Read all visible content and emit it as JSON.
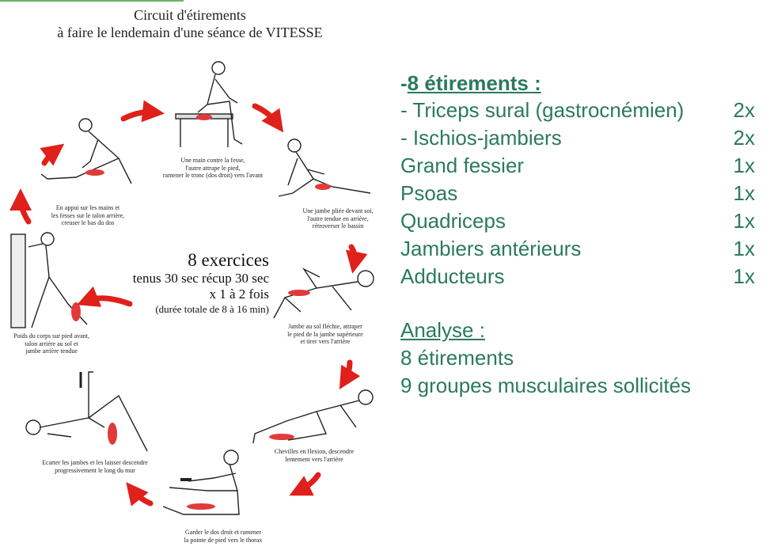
{
  "diagram": {
    "title_line1": "Circuit d'étirements",
    "title_line2": "à faire le lendemain d'une séance de VITESSE",
    "center": {
      "line1": "8 exercices",
      "line2": "tenus 30 sec récup 30 sec",
      "line3": "x 1 à 2 fois",
      "line4": "(durée totale de 8 à 16 min)"
    },
    "captions": {
      "c1": "Une main contre la fesse,\nl'autre attrape le pied,\nramener le tronc (dos droit) vers l'avant",
      "c2": "Une jambe pliée devant soi,\nl'autre tendue en arrière,\nrétroverser le bassin",
      "c3": "Jambe au sol fléchie, attraper\nle pied de la jambe supérieure\net tirer vers l'arrière",
      "c4": "Chevilles en flexion, descendre\nlentement vers l'arrière",
      "c5": "Garder le dos droit et ramener\nla pointe de pied vers le thorax",
      "c6": "Ecarter les jambes et les laisser descendre\nprogressivement le long du mur",
      "c7": "Poids du corps sur pied avant,\ntalon arrière au sol et\njambe arrière tendue",
      "c8": "En appui sur les mains et\nles fesses sur le talon arrière,\ncreuser le bas du dos"
    },
    "arrow_color": "#e0201a",
    "muscle_color": "#e23a3a"
  },
  "summary": {
    "prefix": "-",
    "heading": "8 étirements :",
    "items": [
      {
        "name": "- Triceps sural (gastrocnémien)",
        "count": "2x"
      },
      {
        "name": "- Ischios-jambiers",
        "count": "2x"
      },
      {
        "name": " Grand fessier",
        "count": "1x"
      },
      {
        "name": " Psoas",
        "count": "1x"
      },
      {
        "name": " Quadriceps",
        "count": "1x"
      },
      {
        "name": " Jambiers antérieurs",
        "count": "1x"
      },
      {
        "name": " Adducteurs",
        "count": "1x"
      }
    ],
    "analyse_title": "Analyse :",
    "analyse_lines": [
      "8 étirements",
      "9 groupes musculaires sollicités"
    ],
    "text_color": "#2a7a5e"
  }
}
